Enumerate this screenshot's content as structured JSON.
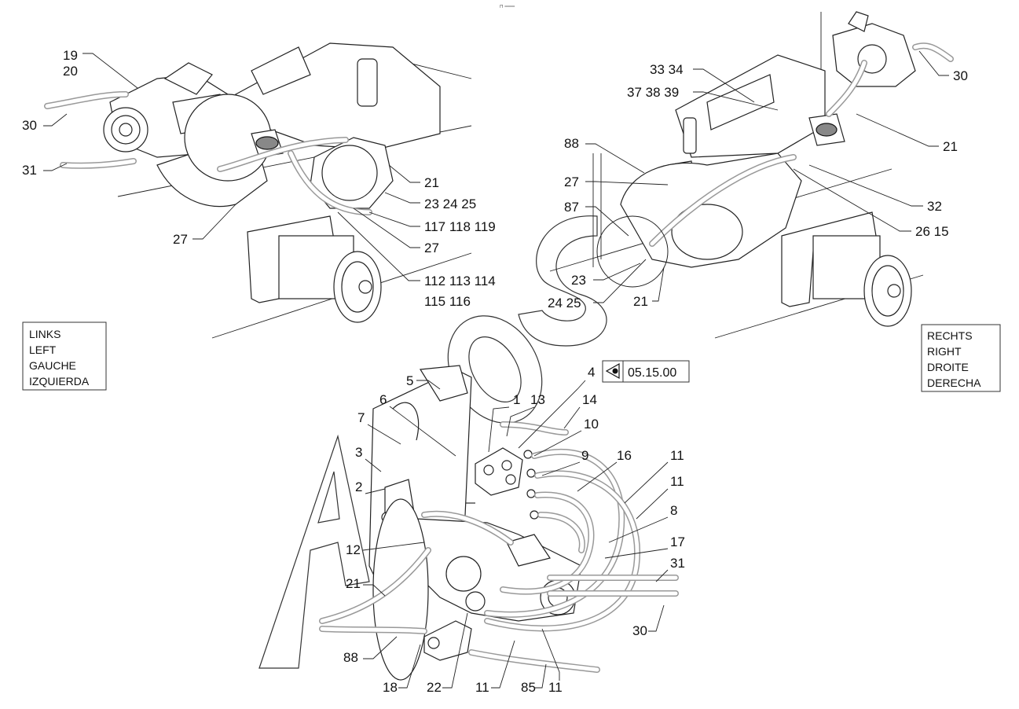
{
  "header": {
    "mark": "⊓ ═══"
  },
  "orientation": {
    "left": [
      "LINKS",
      "LEFT",
      "GAUCHE",
      "IZQUIERDA"
    ],
    "right": [
      "RECHTS",
      "RIGHT",
      "DROITE",
      "DERECHA"
    ]
  },
  "reference": {
    "code": "05.15.00",
    "icon": "eye-reference-icon"
  },
  "callouts": {
    "top_left": [
      {
        "id": "c19-20a",
        "text": "19"
      },
      {
        "id": "c19-20b",
        "text": "20"
      },
      {
        "id": "c30-l",
        "text": "30"
      },
      {
        "id": "c31-l",
        "text": "31"
      },
      {
        "id": "c21-l",
        "text": "21"
      },
      {
        "id": "c23-l",
        "text": "23  24  25"
      },
      {
        "id": "c117",
        "text": "117  118  119"
      },
      {
        "id": "c27-l1",
        "text": "27"
      },
      {
        "id": "c27-l2",
        "text": "27"
      },
      {
        "id": "c112",
        "text": "112  113  114"
      },
      {
        "id": "c115",
        "text": "115  116"
      }
    ],
    "top_right": [
      {
        "id": "c30-r",
        "text": "30"
      },
      {
        "id": "c33",
        "text": "33  34"
      },
      {
        "id": "c37",
        "text": "37  38  39"
      },
      {
        "id": "c88-r",
        "text": "88"
      },
      {
        "id": "c21-r1",
        "text": "21"
      },
      {
        "id": "c27-r",
        "text": "27"
      },
      {
        "id": "c87",
        "text": "87"
      },
      {
        "id": "c32",
        "text": "32"
      },
      {
        "id": "c26",
        "text": "26  15"
      },
      {
        "id": "c23-r",
        "text": "23"
      },
      {
        "id": "c24-r",
        "text": "24 25"
      },
      {
        "id": "c21-r2",
        "text": "21"
      }
    ],
    "bottom": [
      {
        "id": "c5",
        "text": "5"
      },
      {
        "id": "c4",
        "text": "4"
      },
      {
        "id": "c6",
        "text": "6"
      },
      {
        "id": "c1",
        "text": "1"
      },
      {
        "id": "c13",
        "text": "13"
      },
      {
        "id": "c14",
        "text": "14"
      },
      {
        "id": "c7",
        "text": "7"
      },
      {
        "id": "c10",
        "text": "10"
      },
      {
        "id": "c3",
        "text": "3"
      },
      {
        "id": "c9",
        "text": "9"
      },
      {
        "id": "c16",
        "text": "16"
      },
      {
        "id": "c11a",
        "text": "11"
      },
      {
        "id": "c2",
        "text": "2"
      },
      {
        "id": "c11b",
        "text": "11"
      },
      {
        "id": "c8",
        "text": "8"
      },
      {
        "id": "c12",
        "text": "12"
      },
      {
        "id": "c17",
        "text": "17"
      },
      {
        "id": "c31-b",
        "text": "31"
      },
      {
        "id": "c21-b",
        "text": "21"
      },
      {
        "id": "c30-b",
        "text": "30"
      },
      {
        "id": "c88-b",
        "text": "88"
      },
      {
        "id": "c18",
        "text": "18"
      },
      {
        "id": "c22",
        "text": "22"
      },
      {
        "id": "c11c",
        "text": "11"
      },
      {
        "id": "c85",
        "text": "85"
      },
      {
        "id": "c11d",
        "text": "11"
      }
    ]
  }
}
